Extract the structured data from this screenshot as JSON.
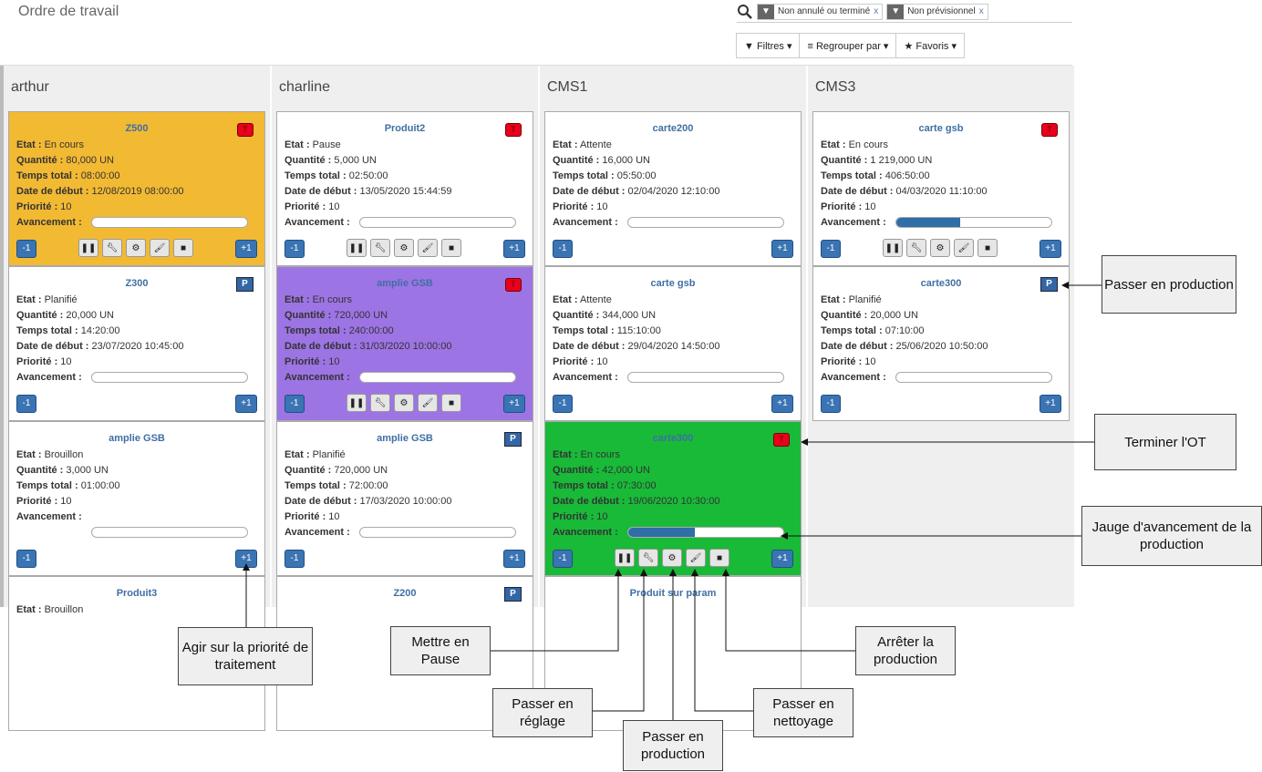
{
  "page_title": "Ordre de travail",
  "search": {
    "facets": [
      "Non annulé ou terminé",
      "Non prévisionnel"
    ]
  },
  "toolbar": {
    "filters": "▼ Filtres ▾",
    "group": "≡ Regrouper par ▾",
    "fav": "★ Favoris ▾"
  },
  "labels": {
    "etat": "Etat :",
    "qte": "Quantité :",
    "temps": "Temps total :",
    "date": "Date de début :",
    "prio": "Priorité :",
    "avancement": "Avancement :",
    "minus": "-1",
    "plus": "+1"
  },
  "columns": [
    {
      "name": "arthur",
      "cards": [
        {
          "name": "Z500",
          "badge": "T",
          "bg": "#f2b933",
          "etat": "En cours",
          "qte": "80,000 UN",
          "temps": "08:00:00",
          "date": "12/08/2019 08:00:00",
          "prio": "10",
          "progress": 0,
          "tools": true
        },
        {
          "name": "Z300",
          "badge": "P",
          "bg": "#ffffff",
          "etat": "Planifié",
          "qte": "20,000 UN",
          "temps": "14:20:00",
          "date": "23/07/2020 10:45:00",
          "prio": "10",
          "progress": 0,
          "tools": false
        },
        {
          "name": "amplie GSB",
          "badge": "",
          "bg": "#ffffff",
          "etat": "Brouillon",
          "qte": "3,000 UN",
          "temps": "01:00:00",
          "date": "",
          "prio": "10",
          "progress": 0,
          "tools": false
        },
        {
          "name": "Produit3",
          "badge": "",
          "bg": "#ffffff",
          "etat": "Brouillon",
          "qte": "",
          "temps": "",
          "date": "",
          "prio": "",
          "progress": 0,
          "tools": false
        }
      ]
    },
    {
      "name": "charline",
      "cards": [
        {
          "name": "Produit2",
          "badge": "T",
          "bg": "#ffffff",
          "etat": "Pause",
          "qte": "5,000 UN",
          "temps": "02:50:00",
          "date": "13/05/2020 15:44:59",
          "prio": "10",
          "progress": 0,
          "tools": true
        },
        {
          "name": "amplie GSB",
          "badge": "T",
          "bg": "#9d74e4",
          "etat": "En cours",
          "qte": "720,000 UN",
          "temps": "240:00:00",
          "date": "31/03/2020 10:00:00",
          "prio": "10",
          "progress": 0,
          "tools": true
        },
        {
          "name": "amplie GSB",
          "badge": "P",
          "bg": "#ffffff",
          "etat": "Planifié",
          "qte": "720,000 UN",
          "temps": "72:00:00",
          "date": "17/03/2020 10:00:00",
          "prio": "10",
          "progress": 0,
          "tools": false
        },
        {
          "name": "Z200",
          "badge": "P",
          "bg": "#ffffff",
          "etat": "",
          "qte": "",
          "temps": "",
          "date": "",
          "prio": "",
          "progress": 0,
          "tools": false
        }
      ]
    },
    {
      "name": "CMS1",
      "cards": [
        {
          "name": "carte200",
          "badge": "",
          "bg": "#ffffff",
          "etat": "Attente",
          "qte": "16,000 UN",
          "temps": "05:50:00",
          "date": "02/04/2020 12:10:00",
          "prio": "10",
          "progress": 0,
          "tools": false
        },
        {
          "name": "carte gsb",
          "badge": "",
          "bg": "#ffffff",
          "etat": "Attente",
          "qte": "344,000 UN",
          "temps": "115:10:00",
          "date": "29/04/2020 14:50:00",
          "prio": "10",
          "progress": 0,
          "tools": false
        },
        {
          "name": "carte300",
          "badge": "T",
          "bg": "#18ba38",
          "etat": "En cours",
          "qte": "42,000 UN",
          "temps": "07:30:00",
          "date": "19/06/2020 10:30:00",
          "prio": "10",
          "progress": 0.43,
          "tools": true
        },
        {
          "name": "Produit sur param",
          "badge": "",
          "bg": "#ffffff",
          "etat": "",
          "qte": "",
          "temps": "",
          "date": "",
          "prio": "",
          "progress": 0,
          "tools": false
        }
      ]
    },
    {
      "name": "CMS3",
      "cards": [
        {
          "name": "carte gsb",
          "badge": "T",
          "bg": "#ffffff",
          "etat": "En cours",
          "qte": "1 219,000 UN",
          "temps": "406:50:00",
          "date": "04/03/2020 11:10:00",
          "prio": "10",
          "progress": 0.41,
          "tools": true
        },
        {
          "name": "carte300",
          "badge": "P",
          "bg": "#ffffff",
          "etat": "Planifié",
          "qte": "20,000 UN",
          "temps": "07:10:00",
          "date": "25/06/2020 10:50:00",
          "prio": "10",
          "progress": 0,
          "tools": false
        }
      ]
    }
  ],
  "callouts": {
    "passer_production_top": "Passer en production",
    "terminer": "Terminer l'OT",
    "jauge": "Jauge d'avancement de la production",
    "priorite": "Agir sur la priorité de traitement",
    "pause": "Mettre en Pause",
    "reglage": "Passer en réglage",
    "production": "Passer en production",
    "nettoyage": "Passer en nettoyage",
    "arreter": "Arrêter la production"
  }
}
